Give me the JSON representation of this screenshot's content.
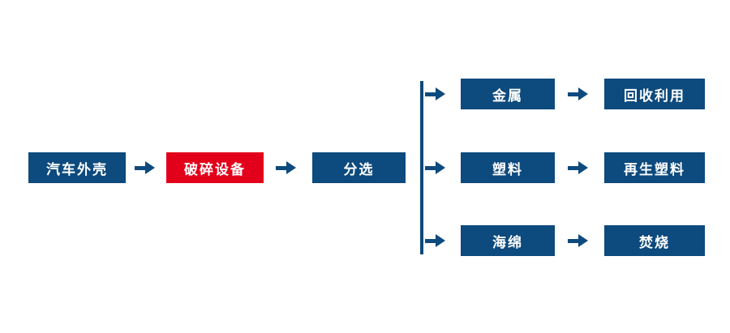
{
  "diagram": {
    "nodes": {
      "source": "汽车外壳",
      "process": "破碎设备",
      "sorting": "分选"
    },
    "branches": [
      {
        "material": "金属",
        "outcome": "回收利用"
      },
      {
        "material": "塑料",
        "outcome": "再生塑料"
      },
      {
        "material": "海绵",
        "outcome": "焚烧"
      }
    ],
    "colors": {
      "node_primary": "#0d4a7d",
      "node_highlight": "#e2001a",
      "arrow": "#0d4a7d",
      "text": "#ffffff",
      "background": "#ffffff"
    }
  }
}
